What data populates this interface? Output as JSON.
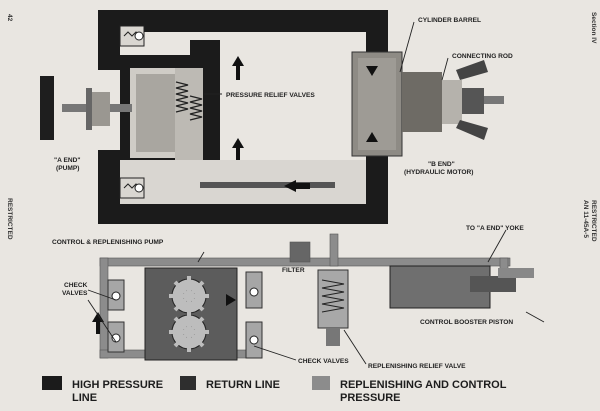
{
  "labels": {
    "cylinder_barrel": "CYLINDER BARREL",
    "connecting_rod": "CONNECTING ROD",
    "pressure_relief_valves": "PRESSURE RELIEF VALVES",
    "a_end_line1": "\"A END\"",
    "a_end_line2": "(PUMP)",
    "b_end_line1": "\"B END\"",
    "b_end_line2": "(HYDRAULIC MOTOR)",
    "control_replenishing_pump": "CONTROL & REPLENISHING PUMP",
    "filter": "FILTER",
    "to_a_end_yoke": "TO \"A END\" YOKE",
    "check_valves_left_line1": "CHECK",
    "check_valves_left_line2": "VALVES",
    "check_valves_bottom": "CHECK VALVES",
    "replenishing_relief_valve": "REPLENISHING RELIEF VALVE",
    "control_booster_piston": "CONTROL BOOSTER PISTON"
  },
  "legend": {
    "high_pressure_line1": "HIGH PRESSURE",
    "high_pressure_line2": "LINE",
    "return_line": "RETURN LINE",
    "replenishing_line1": "REPLENISHING AND CONTROL",
    "replenishing_line2": "PRESSURE"
  },
  "margin": {
    "page_number": "42",
    "restricted_left": "RESTRICTED",
    "section": "Section IV",
    "restricted_right": "RESTRICTED",
    "an_number": "AN 11-45A-5"
  },
  "colors": {
    "high_pressure": "#1b1b1b",
    "return_line": "#2e2e2e",
    "replenishing": "#8c8c8c",
    "background": "#e9e6e1"
  }
}
